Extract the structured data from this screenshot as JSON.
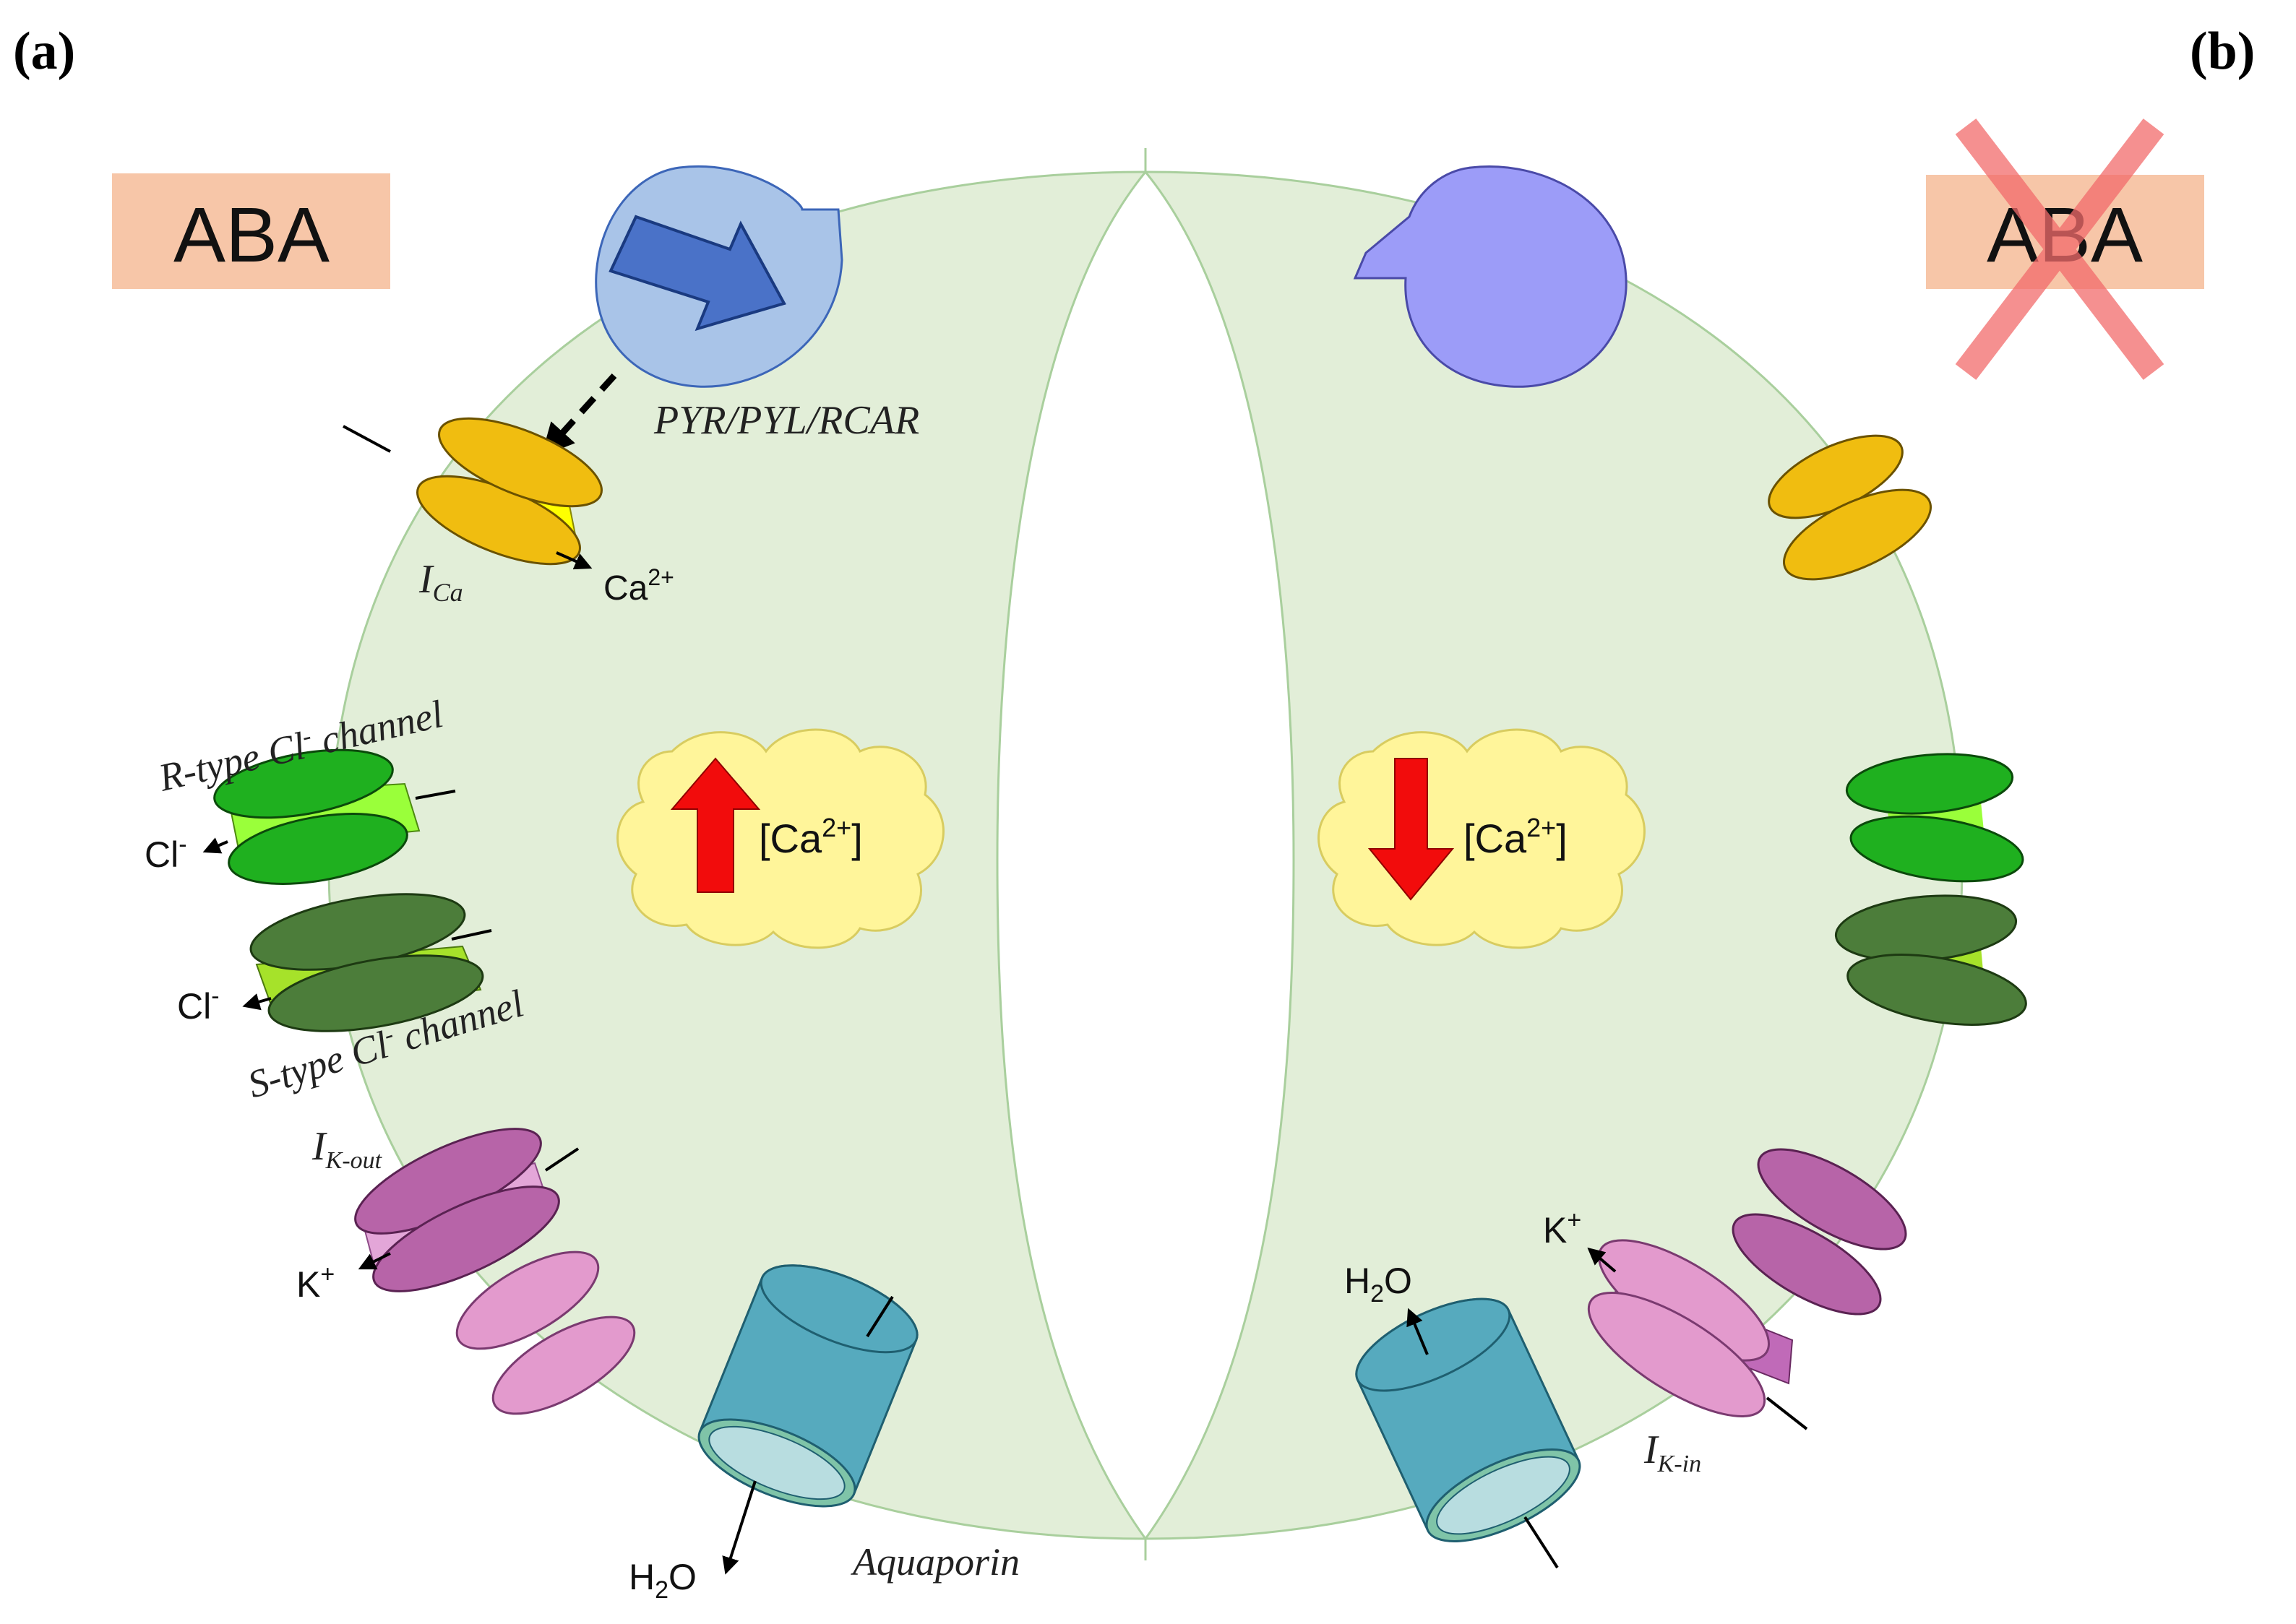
{
  "panels": {
    "a": {
      "label": "(a)"
    },
    "b": {
      "label": "(b)"
    }
  },
  "hormone": {
    "label": "ABA",
    "box_color": "#F7C6A8",
    "cross_color": "#F26B6B"
  },
  "receptor": {
    "label": "PYR/PYL/RCAR",
    "bound_color": "#A9C4E8",
    "unbound_color": "#9C9CF8",
    "arrow_color": "#4A72C8"
  },
  "calcium_channel": {
    "label_main": "I",
    "label_sub": "Ca",
    "ion": "Ca",
    "ion_charge": "2+",
    "color": "#F0BD10",
    "pore_color": "#FFFF00"
  },
  "r_type_channel": {
    "label_pre": "R-type Cl",
    "label_sup": "-",
    "label_post": " channel",
    "ion": "Cl",
    "ion_charge": "-",
    "color": "#1FB01F",
    "pore_color": "#9AFF3A"
  },
  "s_type_channel": {
    "label_pre": "S-type Cl",
    "label_sup": "-",
    "label_post": " channel",
    "ion": "Cl",
    "ion_charge": "-",
    "color": "#4C7D3A",
    "pore_color": "#A6E22A"
  },
  "k_out_channel": {
    "label_main": "I",
    "label_sub": "K-out",
    "ion": "K",
    "ion_charge": "+",
    "color": "#B764A8",
    "pore_color": "#E3A6D8"
  },
  "k_in_channel": {
    "label_main": "I",
    "label_sub": "K-in",
    "ion": "K",
    "ion_charge": "+",
    "color": "#E39ACD",
    "pore_color": "#C06AB8"
  },
  "aquaporin": {
    "label": "Aquaporin",
    "water_pre": "H",
    "water_sub": "2",
    "water_post": "O",
    "color": "#56AABE",
    "rim_color": "#B8DDE0"
  },
  "cytosolic_calcium": {
    "bracket_open": "[Ca",
    "charge": "2+",
    "bracket_close": "]",
    "cloud_color": "#FFF59A",
    "arrow_color": "#F20C0C",
    "left_direction": "up",
    "right_direction": "down"
  },
  "guard_cell": {
    "fill_color": "#E2EED8",
    "stroke_color": "#A9CF9D"
  }
}
